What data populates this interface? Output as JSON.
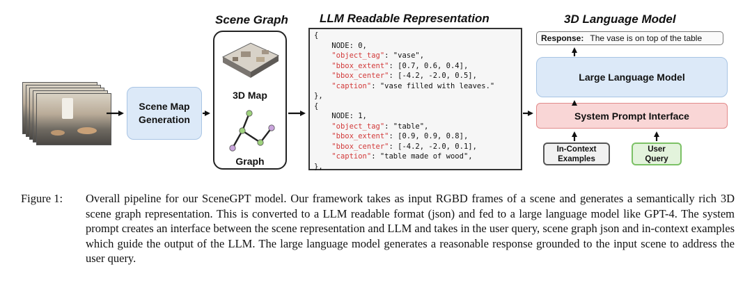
{
  "headers": {
    "scene_graph": "Scene Graph",
    "llm_readable": "LLM Readable Representation",
    "lang_model": "3D Language Model"
  },
  "scene_map": {
    "line1": "Scene Map",
    "line2": "Generation"
  },
  "graph_panel": {
    "map_label": "3D Map",
    "graph_label": "Graph"
  },
  "code_lines": [
    "{",
    "    NODE: 0,",
    "    \"object_tag\": \"vase\",",
    "    \"bbox_extent\": [0.7, 0.6, 0.4],",
    "    \"bbox_center\": [-4.2, -2.0, 0.5],",
    "    \"caption\": \"vase filled with leaves.\"",
    "},",
    "{",
    "    NODE: 1,",
    "    \"object_tag\": \"table\",",
    "    \"bbox_extent\": [0.9, 0.9, 0.8],",
    "    \"bbox_center\": [-4.2, -2.0, 0.1],",
    "    \"caption\": \"table made of wood\",",
    "},"
  ],
  "response": {
    "label": "Response:",
    "text": "The vase is on top of the table"
  },
  "llm_label": "Large Language Model",
  "spi_label": "System Prompt Interface",
  "in_context": {
    "line1": "In-Context",
    "line2": "Examples"
  },
  "user_query": {
    "line1": "User",
    "line2": "Query"
  },
  "colors": {
    "blue_box": "#dce9f8",
    "pink_box": "#f9d6d6",
    "green_box": "#e3f3dc",
    "key_red": "#d23a3a",
    "node_green": "#9ed27c",
    "node_purple": "#c9a4dc"
  },
  "caption": {
    "label": "Figure 1:",
    "text": "Overall pipeline for our SceneGPT model. Our framework takes as input RGBD frames of a scene and generates a semantically rich 3D scene graph representation. This is converted to a LLM readable format (json) and fed to a large language model like GPT-4. The system prompt creates an interface between the scene representation and LLM and takes in the user query, scene graph json and in-context examples which guide the output of the LLM. The large language model generates a reasonable response grounded to the input scene to address the user query."
  }
}
